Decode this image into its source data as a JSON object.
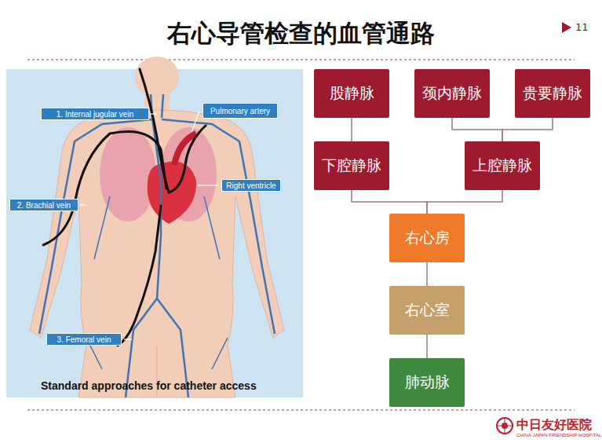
{
  "diagram": {
    "title": "右心导管检查的血管通路",
    "nodes": [
      {
        "text": [
          "1. Internal jugular vein"
        ]
      },
      {
        "text": [
          "Pulmonary artery"
        ]
      },
      {
        "text": [
          "2. Brachial vein"
        ]
      },
      {
        "text": [
          "Right ventricle"
        ]
      },
      {
        "text": [
          "3. Femoral vein"
        ]
      },
      {
        "text": [
          "股静脉"
        ]
      },
      {
        "text": [
          "颈内静脉"
        ]
      },
      {
        "text": [
          "贵要静脉"
        ]
      },
      {
        "text": [
          "下腔静脉"
        ]
      },
      {
        "text": [
          "上腔静脉"
        ]
      },
      {
        "text": [
          "右心房"
        ]
      },
      {
        "text": [
          "右心室"
        ]
      },
      {
        "text": [
          "肺动脉"
        ]
      }
    ],
    "edges": [
      {
        "from": 5,
        "to": 8,
        "arrow": "none"
      },
      {
        "from": 6,
        "to": 9,
        "arrow": "none"
      },
      {
        "from": 7,
        "to": 9,
        "arrow": "none"
      },
      {
        "from": 8,
        "to": 10,
        "arrow": "none"
      },
      {
        "from": 9,
        "to": 10,
        "arrow": "none"
      },
      {
        "from": 10,
        "to": 11,
        "arrow": "none"
      },
      {
        "from": 11,
        "to": 12,
        "arrow": "none"
      }
    ],
    "labels": [
      "11",
      "Standard approaches for catheter access",
      "中日友好医院",
      "CHINA-JAPAN FRIENDSHIP HOSPITAL"
    ]
  }
}
